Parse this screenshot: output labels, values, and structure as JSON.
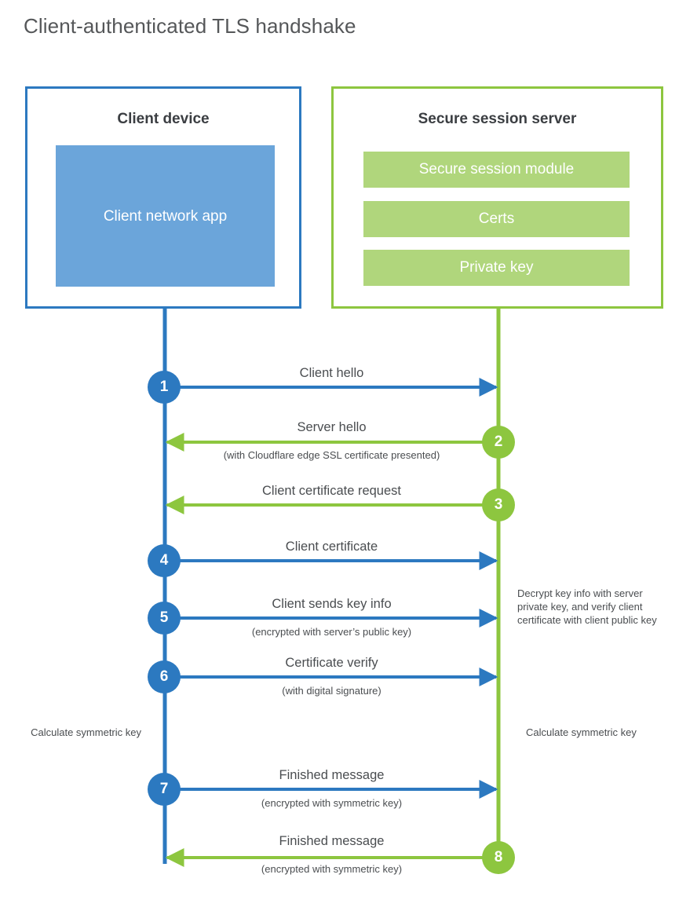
{
  "title": "Client-authenticated TLS handshake",
  "colors": {
    "client_blue": "#2C79C0",
    "client_app_fill": "#6BA5DA",
    "server_green": "#8DC63F",
    "server_block_fill": "#B0D67C",
    "text_dark": "#3B3E42",
    "text_body": "#4A4D50",
    "title_gray": "#555759"
  },
  "actors": {
    "client": {
      "title": "Client device",
      "blocks": [
        {
          "label": "Client network app"
        }
      ]
    },
    "server": {
      "title": "Secure session server",
      "blocks": [
        {
          "label": "Secure session module"
        },
        {
          "label": "Certs"
        },
        {
          "label": "Private key"
        }
      ]
    }
  },
  "steps": [
    {
      "number": "1",
      "origin": "client",
      "direction": "right",
      "label": "Client hello",
      "sub": ""
    },
    {
      "number": "2",
      "origin": "server",
      "direction": "left",
      "label": "Server hello",
      "sub": "(with Cloudflare edge SSL certificate presented)"
    },
    {
      "number": "3",
      "origin": "server",
      "direction": "left",
      "label": "Client certificate request",
      "sub": ""
    },
    {
      "number": "4",
      "origin": "client",
      "direction": "right",
      "label": "Client certificate",
      "sub": ""
    },
    {
      "number": "5",
      "origin": "client",
      "direction": "right",
      "label": "Client sends key info",
      "sub": "(encrypted with server’s public key)"
    },
    {
      "number": "6",
      "origin": "client",
      "direction": "right",
      "label": "Certificate verify",
      "sub": "(with digital signature)"
    },
    {
      "number": "7",
      "origin": "client",
      "direction": "right",
      "label": "Finished message",
      "sub": "(encrypted with symmetric key)"
    },
    {
      "number": "8",
      "origin": "server",
      "direction": "left",
      "label": "Finished message",
      "sub": "(encrypted with symmetric key)"
    }
  ],
  "notes": {
    "decrypt": "Decrypt key info with server private key, and verify client certificate with client public key",
    "calculate_client": "Calculate symmetric key",
    "calculate_server": "Calculate symmetric key"
  }
}
